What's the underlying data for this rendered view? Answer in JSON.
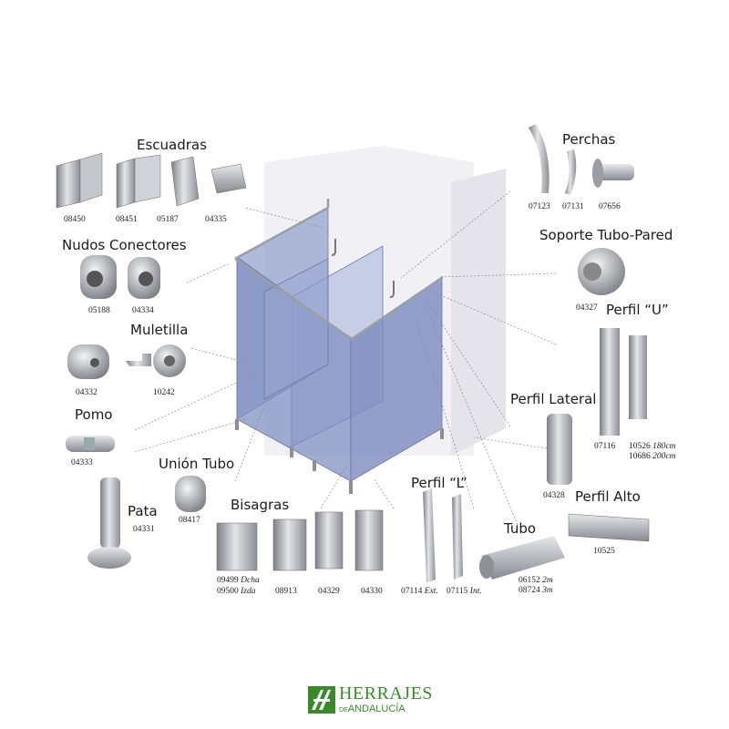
{
  "labels": {
    "escuadras": "Escuadras",
    "nudos": "Nudos Conectores",
    "muletilla": "Muletilla",
    "pomo": "Pomo",
    "union_tubo": "Unión Tubo",
    "pata": "Pata",
    "bisagras": "Bisagras",
    "perfil_l": "Perfil “L”",
    "tubo": "Tubo",
    "perfil_alto": "Perfil Alto",
    "perfil_lateral": "Perfil Lateral",
    "perfil_u": "Perfil “U”",
    "soporte": "Soporte Tubo-Pared",
    "perchas": "Perchas"
  },
  "codes": {
    "c08450": "08450",
    "c08451": "08451",
    "c05187": "05187",
    "c04335": "04335",
    "c05188": "05188",
    "c04334": "04334",
    "c04332": "04332",
    "c10242": "10242",
    "c04333": "04333",
    "c08417": "08417",
    "c04331": "04331",
    "c09499": "09499",
    "c09499_note": "Dcha",
    "c09500": "09500",
    "c09500_note": "Izda",
    "c08913": "08913",
    "c04329": "04329",
    "c04330": "04330",
    "c07114": "07114",
    "c07114_note": "Ext.",
    "c07115": "07115",
    "c07115_note": "Int.",
    "c06152": "06152",
    "c06152_note": "2m",
    "c08724": "08724",
    "c08724_note": "3m",
    "c10525": "10525",
    "c04328": "04328",
    "c07116": "07116",
    "c10526": "10526",
    "c10526_note": "180cm",
    "c10686": "10686",
    "c10686_note": "200cm",
    "c04327": "04327",
    "c07123": "07123",
    "c07131": "07131",
    "c07656": "07656"
  },
  "logo": {
    "title": "HERRAJES",
    "prefix": "DE",
    "name": "ANDALUCÍA"
  },
  "colors": {
    "glass": "#8f9cc9",
    "wall": "#eeeef2",
    "metal": "#b9bcc2",
    "leader": "#7a7a7a",
    "brand": "#3a8a2c"
  }
}
